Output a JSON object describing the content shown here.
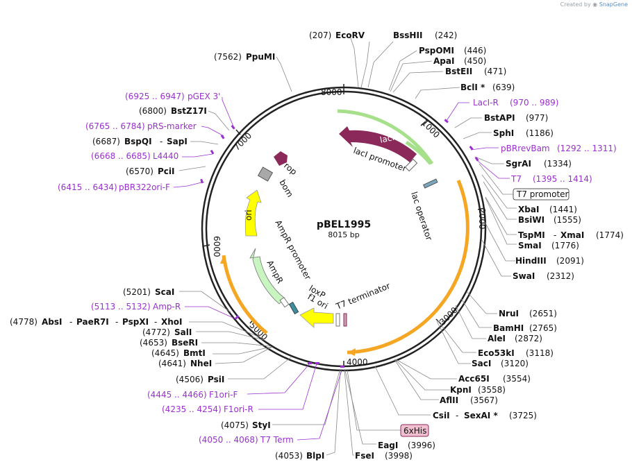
{
  "credit": {
    "prefix": "Created by",
    "brand": "SnapGene"
  },
  "plasmid": {
    "name": "pBEL1995",
    "length_label": "8015 bp"
  },
  "colors": {
    "enzyme": "#000000",
    "primer": "#9b30d0",
    "lacI": "#8b2a5a",
    "lacI_green": "#6ab520",
    "ampr": "#c8f5c0",
    "ori": "#ffff00",
    "orange": "#f5a623",
    "rop": "#8b2a5a",
    "bom": "#a8a8a8",
    "t7_feature": "#f0c0d0"
  },
  "ticks": [
    "1000",
    "2000",
    "3000",
    "4000",
    "5000",
    "6000",
    "7000",
    "8000"
  ],
  "enzymes": [
    {
      "name": "EcoRV",
      "pos": "(207)"
    },
    {
      "name": "BssHII",
      "pos": "(242)"
    },
    {
      "name": "PspOMI",
      "pos": "(446)"
    },
    {
      "name": "ApaI",
      "pos": "(450)"
    },
    {
      "name": "BstEII",
      "pos": "(471)"
    },
    {
      "name": "BclI *",
      "pos": "(639)"
    },
    {
      "name": "BstAPI",
      "pos": "(977)"
    },
    {
      "name": "SphI",
      "pos": "(1186)"
    },
    {
      "name": "SgrAI",
      "pos": "(1334)"
    },
    {
      "name": "XbaI",
      "pos": "(1441)"
    },
    {
      "name": "BsiWI",
      "pos": "(1555)"
    },
    {
      "name": "TspMI",
      "name2": "XmaI",
      "pos": "(1774)"
    },
    {
      "name": "SmaI",
      "pos": "(1776)"
    },
    {
      "name": "HindIII",
      "pos": "(2091)"
    },
    {
      "name": "SwaI",
      "pos": "(2312)"
    },
    {
      "name": "NruI",
      "pos": "(2651)"
    },
    {
      "name": "BamHI",
      "pos": "(2765)"
    },
    {
      "name": "AleI",
      "pos": "(2872)"
    },
    {
      "name": "Eco53kI",
      "pos": "(3118)"
    },
    {
      "name": "SacI",
      "pos": "(3120)"
    },
    {
      "name": "Acc65I",
      "pos": "(3554)"
    },
    {
      "name": "KpnI",
      "pos": "(3558)"
    },
    {
      "name": "AflII",
      "pos": "(3567)"
    },
    {
      "name": "CsiI",
      "name2": "SexAI *",
      "pos": "(3725)"
    },
    {
      "name": "EagI",
      "pos": "(3996)"
    },
    {
      "name": "FseI",
      "pos": "(3998)"
    },
    {
      "name": "BlpI",
      "pos": "(4053)"
    },
    {
      "name": "StyI",
      "pos": "(4075)"
    },
    {
      "name": "PsiI",
      "pos": "(4506)"
    },
    {
      "name": "NheI",
      "pos": "(4641)"
    },
    {
      "name": "BmtI",
      "pos": "(4645)"
    },
    {
      "name": "BseRI",
      "pos": "(4653)"
    },
    {
      "name": "SalI",
      "pos": "(4772)"
    },
    {
      "name": "AbsI",
      "name2": "PaeR7I",
      "name3": "PspXI",
      "name4": "XhoI",
      "pos": "(4778)"
    },
    {
      "name": "ScaI",
      "pos": "(5201)"
    },
    {
      "name": "PciI",
      "pos": "(6570)"
    },
    {
      "name": "BspQI",
      "name2": "SapI",
      "pos": "(6687)"
    },
    {
      "name": "BstZ17I",
      "pos": "(6800)"
    },
    {
      "name": "PpuMI",
      "pos": "(7562)"
    }
  ],
  "primers": [
    {
      "name": "LacI-R",
      "range": "(970 .. 989)"
    },
    {
      "name": "pBRrevBam",
      "range": "(1292 .. 1311)"
    },
    {
      "name": "T7",
      "range": "(1395 .. 1414)"
    },
    {
      "name": "Amp-R",
      "range": "(5113 .. 5132)"
    },
    {
      "name": "F1ori-F",
      "range": "(4445 .. 4466)"
    },
    {
      "name": "F1ori-R",
      "range": "(4235 .. 4254)"
    },
    {
      "name": "T7 Term",
      "range": "(4050 .. 4068)"
    },
    {
      "name": "pGEX 3'",
      "range": "(6925 .. 6947)"
    },
    {
      "name": "pRS-marker",
      "range": "(6765 .. 6784)"
    },
    {
      "name": "L4440",
      "range": "(6668 .. 6685)"
    },
    {
      "name": "pBR322ori-F",
      "range": "(6415 .. 6434)"
    }
  ],
  "boxed": [
    {
      "name": "T7 promoter"
    },
    {
      "name": "6xHis"
    }
  ],
  "features": {
    "lacI": "lacI",
    "lacI_promoter": "lacI promoter",
    "lac_operator": "lac operator",
    "rop": "rop",
    "bom": "bom",
    "ori": "ori",
    "ampr_promoter": "AmpR promoter",
    "ampr": "AmpR",
    "loxp": "loxP",
    "f1_ori": "f1 ori",
    "t7_terminator": "T7 terminator"
  }
}
